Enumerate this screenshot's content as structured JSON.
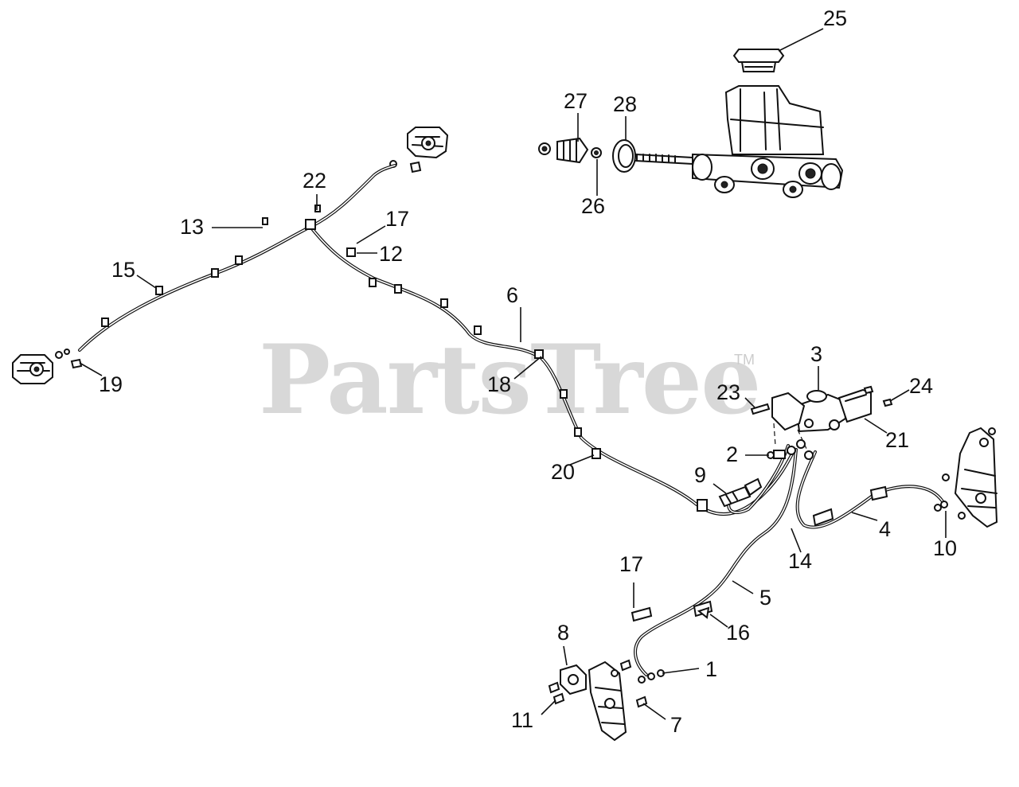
{
  "watermark": {
    "text": "PartsTree",
    "trademark": "TM"
  },
  "callouts": {
    "c1": "1",
    "c2": "2",
    "c3": "3",
    "c4": "4",
    "c5": "5",
    "c6": "6",
    "c7": "7",
    "c8": "8",
    "c9": "9",
    "c10": "10",
    "c11": "11",
    "c12": "12",
    "c13": "13",
    "c14": "14",
    "c15": "15",
    "c16": "16",
    "c17a": "17",
    "c17b": "17",
    "c18": "18",
    "c19": "19",
    "c20": "20",
    "c21": "21",
    "c22": "22",
    "c23": "23",
    "c24": "24",
    "c25": "25",
    "c26": "26",
    "c27": "27",
    "c28": "28"
  },
  "colors": {
    "line": "#111111",
    "watermark": "#d8d8d8",
    "background": "#ffffff"
  }
}
